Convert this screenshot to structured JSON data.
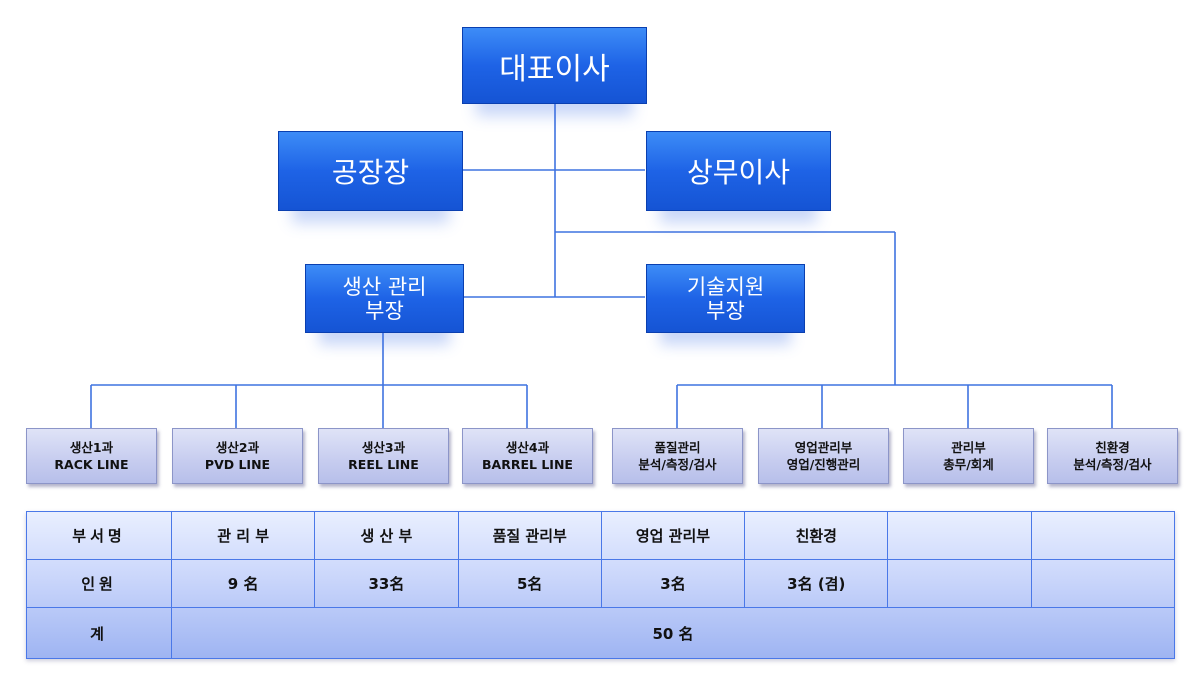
{
  "org": {
    "ceo": "대표이사",
    "plant_manager": "공장장",
    "managing_director": "상무이사",
    "production_mgr": "생산 관리\n부장",
    "tech_support_mgr": "기술지원\n부장",
    "teams": [
      {
        "name": "생산1과",
        "sub": "RACK LINE"
      },
      {
        "name": "생산2과",
        "sub": "PVD LINE"
      },
      {
        "name": "생산3과",
        "sub": "REEL LINE"
      },
      {
        "name": "생산4과",
        "sub": "BARREL LINE"
      },
      {
        "name": "품질관리",
        "sub": "분석/측정/검사"
      },
      {
        "name": "영업관리부",
        "sub": "영업/진행관리"
      },
      {
        "name": "관리부",
        "sub": "총무/회계"
      },
      {
        "name": "친환경",
        "sub": "분석/측정/검사"
      }
    ]
  },
  "summary": {
    "row_dept_label": "부서명",
    "row_staff_label": "인원",
    "row_total_label": "계",
    "departments": [
      "관 리 부",
      "생 산 부",
      "품질 관리부",
      "영업 관리부",
      "친환경",
      "",
      ""
    ],
    "staff": [
      "9 名",
      "33名",
      "5名",
      "3名",
      "3名 (겸)",
      "",
      ""
    ],
    "total": "50 名"
  },
  "colors": {
    "box_blue": "#1e63e6",
    "line_blue": "#3f73e0",
    "dept_lavender": "#c6ccef",
    "table_border": "#4a78e8"
  }
}
